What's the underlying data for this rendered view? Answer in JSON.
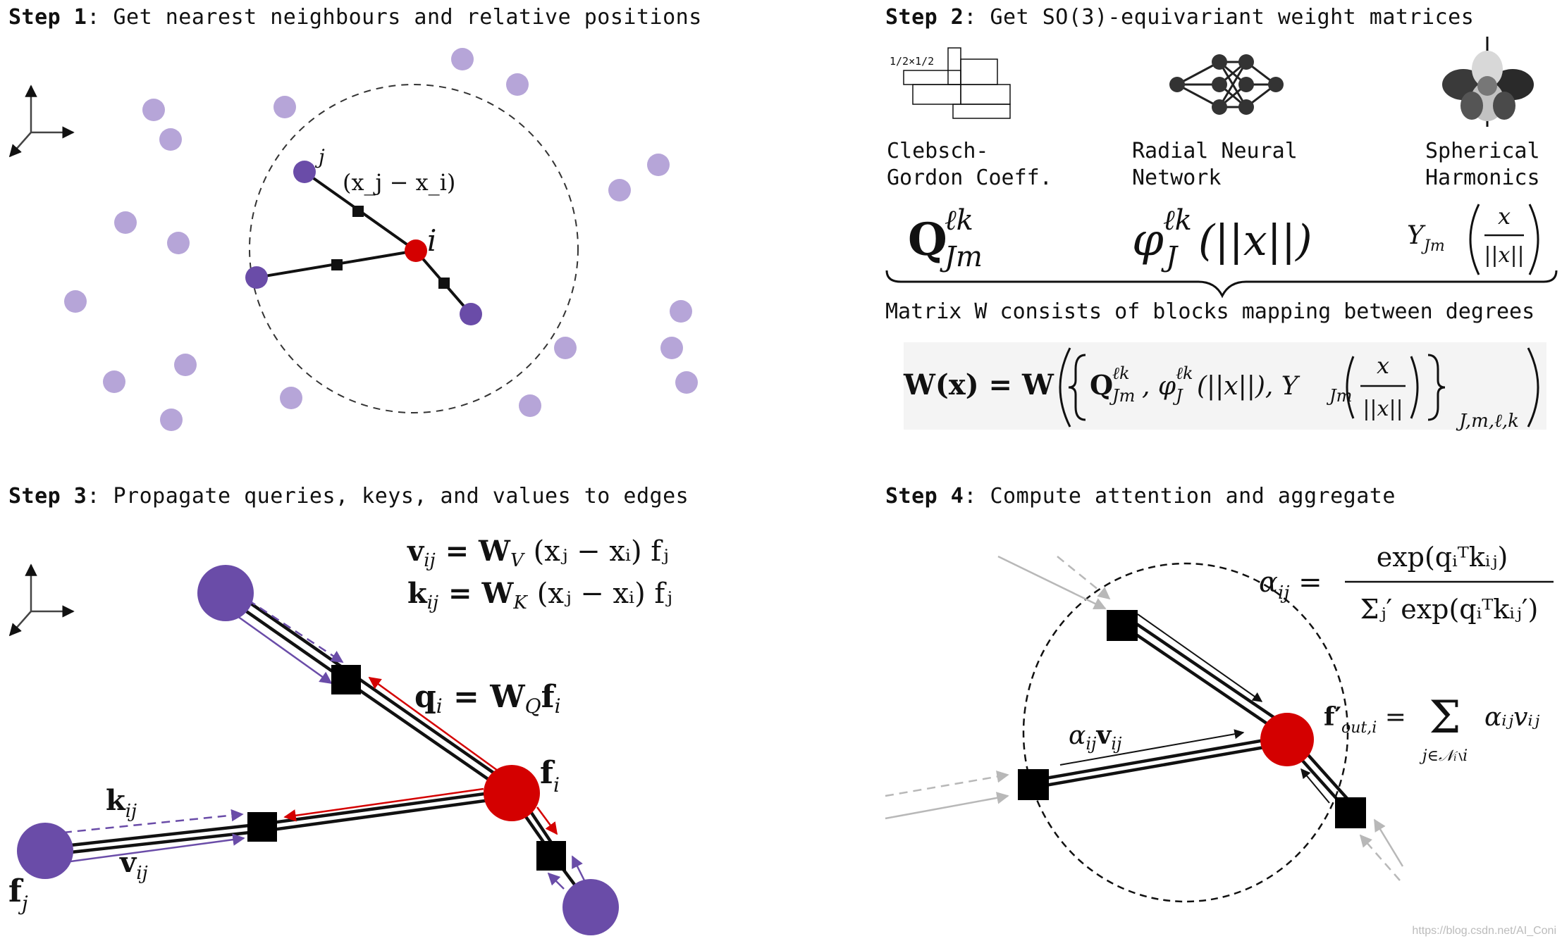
{
  "step1": {
    "heading_bold": "Step 1",
    "heading_rest": ": Get nearest neighbours and relative positions",
    "label_j": "j",
    "label_i": "i",
    "label_rel_pos": "(x_j − x_i)"
  },
  "step2": {
    "heading_bold": "Step 2",
    "heading_rest": ": Get SO(3)-equivariant weight matrices",
    "cg_table_title": "1/2×1/2",
    "cg_line1": "Clebsch-",
    "cg_line2": "Gordon Coeff.",
    "rnn_line1": "Radial Neural",
    "rnn_line2": "Network",
    "sh_line1": "Spherical",
    "sh_line2": "Harmonics",
    "formula_Q": "Q",
    "formula_Q_sup": "ℓk",
    "formula_Q_sub": "Jm",
    "formula_phi": "φ",
    "formula_phi_sup": "ℓk",
    "formula_phi_sub": "J",
    "formula_phi_arg": "(||x||)",
    "formula_Y": "Y",
    "formula_Y_sub": "Jm",
    "formula_frac_num": "x",
    "formula_frac_den": "||x||",
    "brace_caption": "Matrix W consists of blocks mapping between degrees",
    "W_lhs": "W(x) = W",
    "W_set_1": "Q",
    "W_set_1_sup": "ℓk",
    "W_set_1_sub": "Jm",
    "W_set_2": ", φ",
    "W_set_2_sup": "ℓk",
    "W_set_2_sub": "J",
    "W_set_2_arg": "(||x||), Y",
    "W_set_3_sub": "Jm",
    "W_index": "J,m,ℓ,k"
  },
  "step3": {
    "heading_bold": "Step 3",
    "heading_rest": ": Propagate queries, keys, and values to edges",
    "eq_v_lhs": "v",
    "eq_v_lhs_sub": "ij",
    "eq_v_rhs": " = W",
    "eq_v_W_sub": "V",
    "eq_v_tail": " (x",
    "eq_k_lhs": "k",
    "eq_k_lhs_sub": "ij",
    "eq_k_rhs": " = W",
    "eq_k_W_sub": "K",
    "eq_common_tail": "(xⱼ − xᵢ) fⱼ",
    "eq_q": "q",
    "eq_q_sub": "i",
    "eq_q_rhs": " = W",
    "eq_q_W_sub": "Q",
    "eq_q_f": "f",
    "eq_q_f_sub": "i",
    "label_fi": "f",
    "label_fi_sub": "i",
    "label_fj": "f",
    "label_fj_sub": "j",
    "label_kij": "k",
    "label_kij_sub": "ij",
    "label_vij": "v",
    "label_vij_sub": "ij"
  },
  "step4": {
    "heading_bold": "Step 4",
    "heading_rest": ": Compute attention and aggregate",
    "alpha": "α",
    "alpha_sub": "ij",
    "alpha_num": "exp(qᵢᵀkᵢⱼ)",
    "alpha_den": "Σⱼ′ exp(qᵢᵀkᵢⱼ′)",
    "edge_label": "α",
    "edge_label_sub": "ij",
    "edge_label_v": "v",
    "edge_label_v_sub": "ij",
    "fout": "f′",
    "fout_sub": "out,i",
    "fout_eq": " = ",
    "fout_sum": "Σ",
    "fout_sum_idx": "j∈𝒩ᵢ∖i",
    "fout_term": "αᵢⱼvᵢⱼ"
  },
  "watermark": "https://blog.csdn.net/AI_Coni",
  "colors": {
    "purple_dark": "#6a4ca8",
    "purple_light": "#b6a5d8",
    "red": "#d40000",
    "gray_arrow": "#b8b8b8",
    "black": "#000000"
  }
}
